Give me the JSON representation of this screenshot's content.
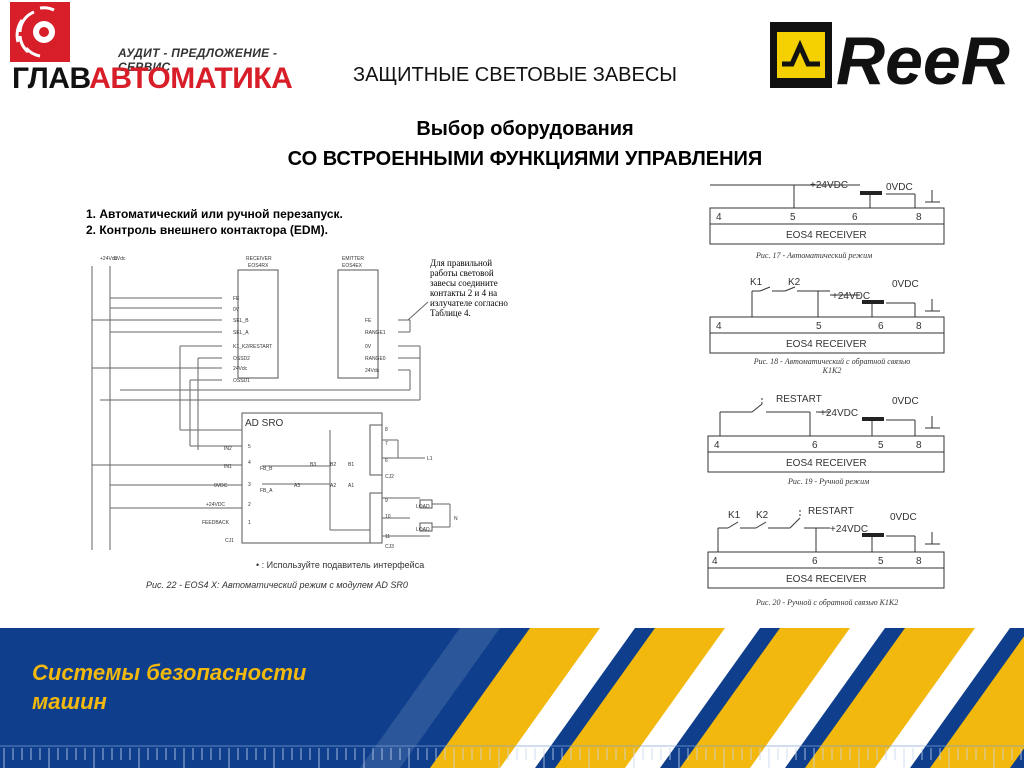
{
  "header": {
    "tagline": "АУДИТ - ПРЕДЛОЖЕНИЕ - СЕРВИС",
    "brand_part1": "ГЛАВ",
    "brand_part2": "АВТОМАТИКА",
    "partner_logo": "ReeR"
  },
  "title": "ЗАЩИТНЫЕ СВЕТОВЫЕ ЗАВЕСЫ",
  "subtitle_line1": "Выбор оборудования",
  "subtitle_line2": "СО ВСТРОЕННЫМИ ФУНКЦИЯМИ УПРАВЛЕНИЯ",
  "features": [
    "1. Автоматический или ручной перезапуск.",
    "2. Контроль внешнего контактора (EDM)."
  ],
  "main_diagram": {
    "rail_labels": [
      "+24Vdc",
      "0Vdc"
    ],
    "receiver_label": "RECEIVER",
    "receiver_model": "EOS4RX",
    "emitter_label": "EMITTER",
    "emitter_model": "EOS4EX",
    "receiver_pins": [
      "FE",
      "0V",
      "SEL_B",
      "SEL_A",
      "K1_K2/RESTART",
      "OSSD2",
      "24Vdc",
      "OSSD1"
    ],
    "emitter_pins": [
      "FE",
      "RANGE1",
      "0V",
      "RANGE0",
      "24Vdc"
    ],
    "note": "Для правильной работы световой завесы соедините контакты 2 и 4 на излучателе согласно Таблице 4.",
    "module_name": "AD SRO",
    "module_inputs": [
      "IN2",
      "IN1",
      "0VDC",
      "+24VDC",
      "FEEDBACK"
    ],
    "module_left_pins": [
      "5",
      "4",
      "3",
      "2",
      "1"
    ],
    "module_right_pins": [
      "8",
      "7",
      "6",
      "9",
      "10",
      "11"
    ],
    "connector_labels": [
      "CJ1",
      "CJ2",
      "CJ3"
    ],
    "relay_labels": [
      "FB_B",
      "FB_A",
      "B3",
      "B2",
      "B1",
      "A3",
      "A2",
      "A1"
    ],
    "output_labels": [
      "L1",
      "LOAD",
      "LOAD",
      "N"
    ],
    "footnote": "• : Используйте подавитель интерфейса",
    "caption": "Рис. 22 - EOS4 X: Автоматический режим с модулем AD SR0"
  },
  "mini_diagrams": [
    {
      "contacts": [],
      "rail_labels": [
        "+24VDC",
        "0VDC"
      ],
      "pins": [
        "4",
        "5",
        "6",
        "8"
      ],
      "device": "EOS4  RECEIVER",
      "caption": "Рис. 17 - Автоматический режим"
    },
    {
      "contacts": [
        "K1",
        "K2"
      ],
      "rail_labels": [
        "+24VDC",
        "0VDC"
      ],
      "pins": [
        "4",
        "5",
        "6",
        "8"
      ],
      "device": "EOS4  RECEIVER",
      "caption": "Рис. 18 - Автоматический с обратной связью K1K2"
    },
    {
      "contacts": [
        "RESTART"
      ],
      "rail_labels": [
        "+24VDC",
        "0VDC"
      ],
      "pins": [
        "4",
        "6",
        "5",
        "8"
      ],
      "device": "EOS4  RECEIVER",
      "caption": "Рис. 19 - Ручной режим"
    },
    {
      "contacts": [
        "K1",
        "K2",
        "RESTART"
      ],
      "rail_labels": [
        "+24VDC",
        "0VDC"
      ],
      "pins": [
        "4",
        "6",
        "5",
        "8"
      ],
      "device": "EOS4  RECEIVER",
      "caption": "Рис. 20 - Ручной с обратной связью K1K2"
    }
  ],
  "banner": {
    "line1": "Системы безопасности",
    "line2": "машин"
  },
  "colors": {
    "brand_red": "#d81e28",
    "banner_blue": "#0f3f8c",
    "accent_yellow": "#f2b80d"
  }
}
